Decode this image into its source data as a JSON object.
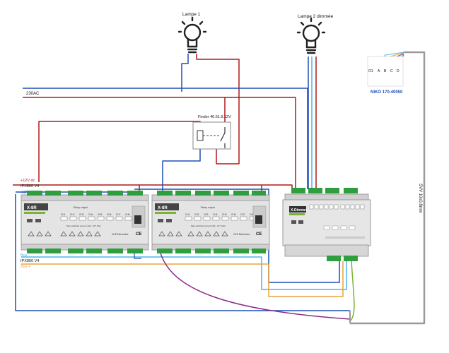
{
  "lamps": {
    "lamp1": "Lampe 1",
    "lamp2": "Lampe 2 dimmée"
  },
  "mains_label": "230AC",
  "relay": {
    "label": "Finder 40.61.9.12V"
  },
  "power": {
    "plus12": "+12V dc",
    "minus12": "-12V dc"
  },
  "bus": {
    "ipx_top": "IPX800 V4",
    "ipx_bottom": "IPX800 V4",
    "bus_minus": "Bus -",
    "bus_plus": "Bus +"
  },
  "modules": [
    {
      "name": "X-8R",
      "tag": "Relay output",
      "subtitle": "Max switched current 10A - 277 VAC",
      "brand": "GCE Electronics",
      "channels": [
        "CH1",
        "CH2",
        "CH3",
        "CH4",
        "CH5",
        "CH6",
        "CH7",
        "CH8"
      ]
    },
    {
      "name": "X-8R",
      "tag": "Relay output",
      "subtitle": "Max switched current 10A - 277 VAC",
      "brand": "GCE Electronics",
      "channels": [
        "CH1",
        "CH2",
        "CH3",
        "CH4",
        "CH5",
        "CH6",
        "CH7",
        "CH8"
      ]
    }
  ],
  "dimmer": {
    "name": "X-Dimmer"
  },
  "niko": {
    "label": "NIKO 170-40050",
    "terminals": [
      "O1",
      "A",
      "B",
      "C",
      "D"
    ]
  },
  "cable": {
    "label": "SVV 10x0.8mm"
  },
  "colors": {
    "red": "#b01818",
    "blue": "#1f4fb8",
    "lightblue": "#4fb3e8",
    "orange": "#e8a33a",
    "purple": "#8a2c8a",
    "green": "#79b52e",
    "gray": "#9a9a9a"
  }
}
